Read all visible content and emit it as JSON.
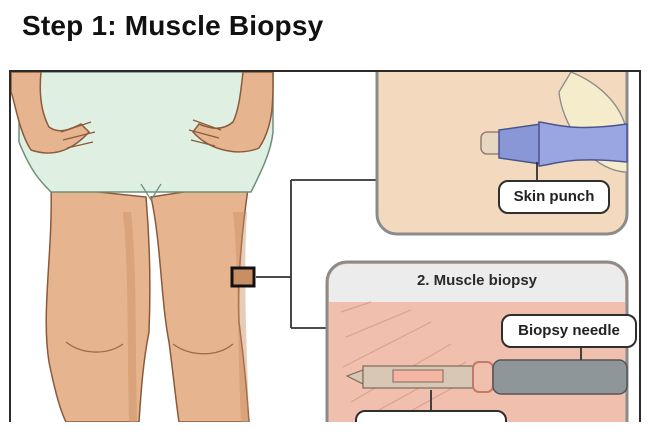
{
  "title": "Step 1: Muscle Biopsy",
  "labels": {
    "skin_punch": "Skin punch",
    "panel2_title": "2. Muscle biopsy",
    "biopsy_needle": "Biopsy needle",
    "bottom_callout": ""
  },
  "colors": {
    "skin": "#e6b48e",
    "skin_shadow": "#c98f64",
    "shirt": "#dff0e2",
    "panel_bg": "#f3d9bd",
    "muscle": "#f1bfae",
    "needle": "#8f969a",
    "punch": "#8a97d6"
  }
}
